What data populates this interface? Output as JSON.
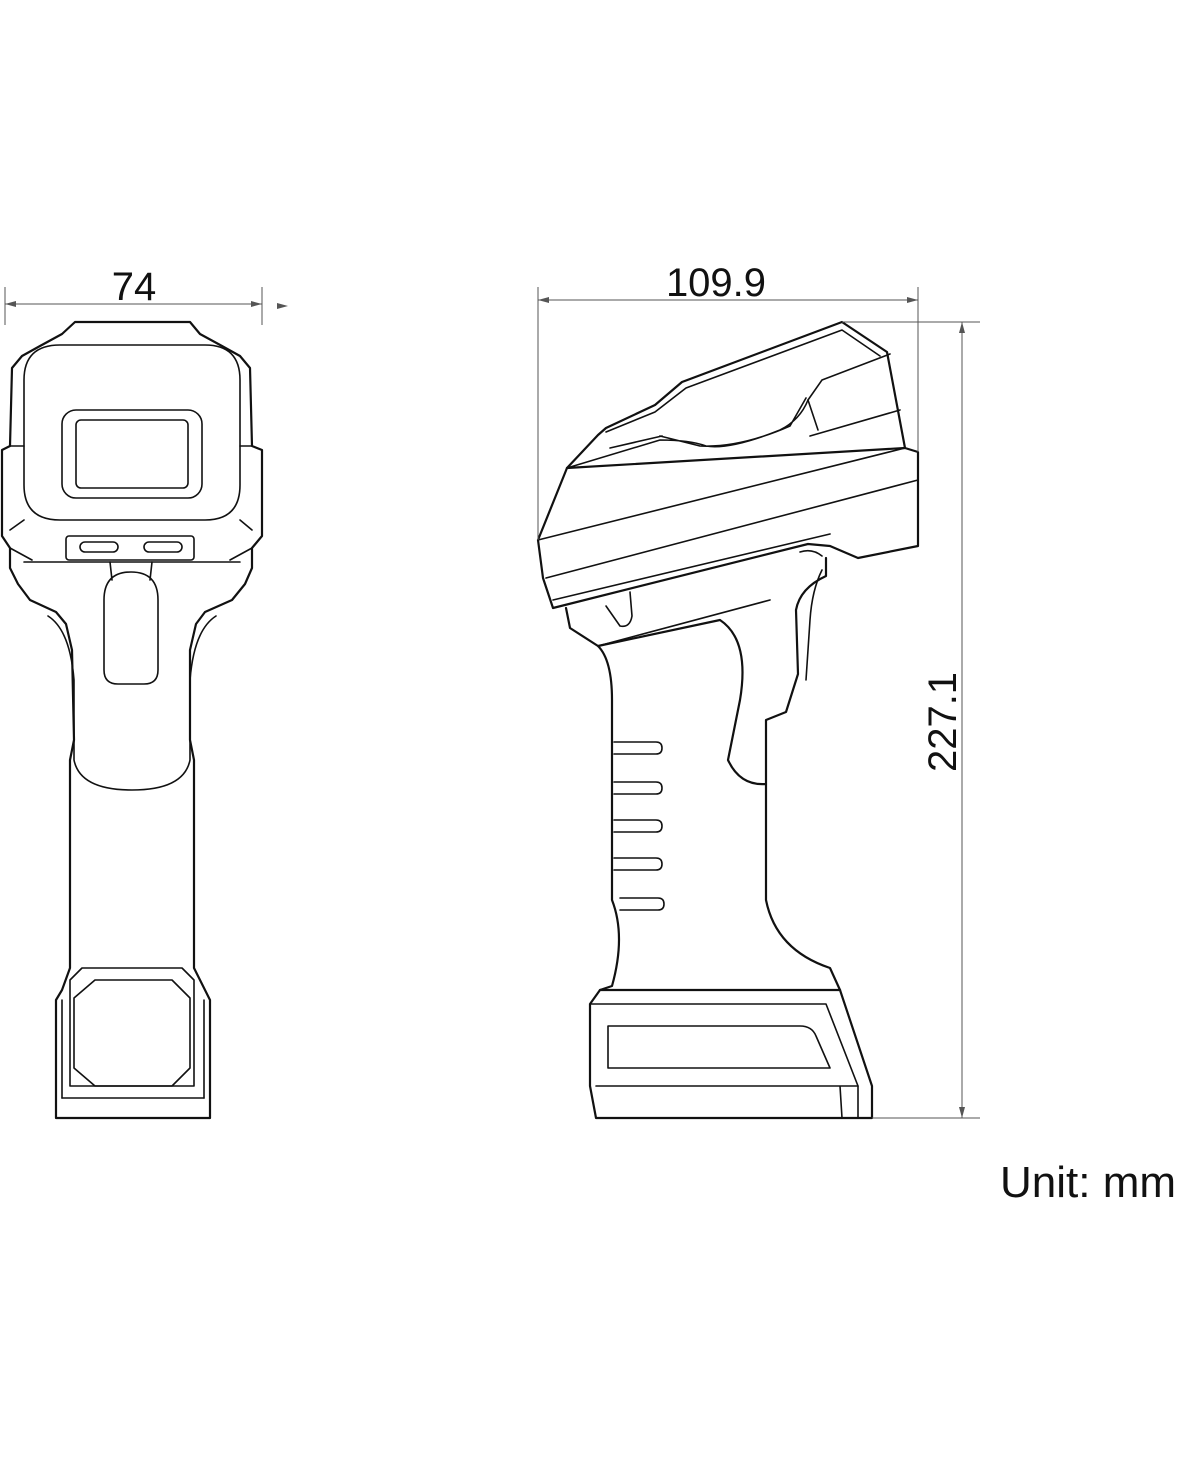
{
  "dimensions": {
    "width": "74",
    "depth": "109.9",
    "height": "227.1"
  },
  "unit_label": "Unit: mm",
  "colors": {
    "line": "#111111",
    "dimension_line": "#555555",
    "background": "#ffffff"
  }
}
